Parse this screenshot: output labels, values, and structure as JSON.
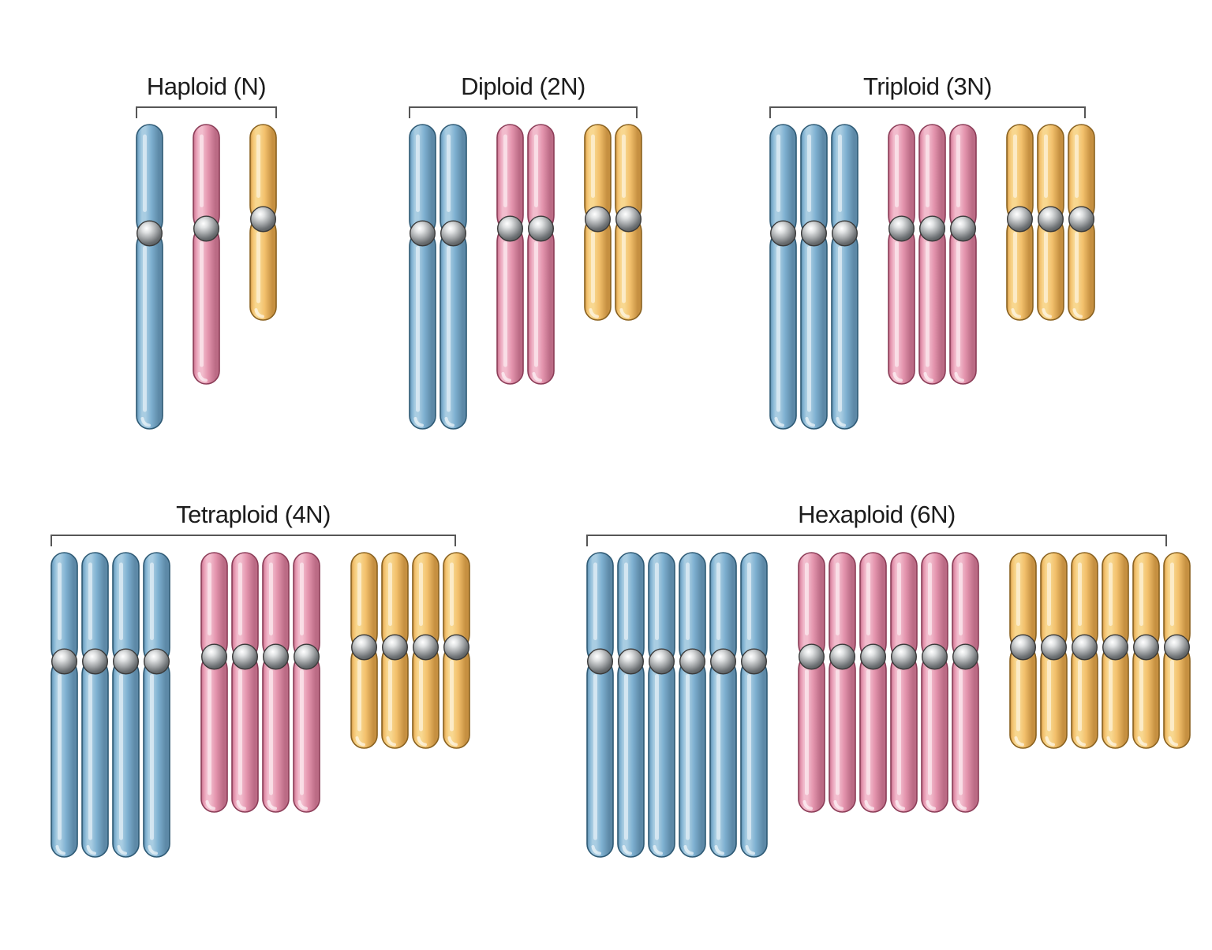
{
  "diagram": {
    "background": "#ffffff",
    "label_color": "#1c1c1c",
    "bracket_color": "#565656",
    "groups": [
      {
        "id": "haploid",
        "label": "Haploid (N)",
        "copies_per_chromosome": 1
      },
      {
        "id": "diploid",
        "label": "Diploid (2N)",
        "copies_per_chromosome": 2
      },
      {
        "id": "triploid",
        "label": "Triploid (3N)",
        "copies_per_chromosome": 3
      },
      {
        "id": "tetraploid",
        "label": "Tetraploid (4N)",
        "copies_per_chromosome": 4
      },
      {
        "id": "hexaploid",
        "label": "Hexaploid (6N)",
        "copies_per_chromosome": 6
      }
    ],
    "chromosome_types": [
      {
        "id": "long",
        "color_name": "blue",
        "top_arm": 138,
        "bottom_arm": 248,
        "width": 33,
        "stroke": "#2e5a75",
        "rim": "#5d89a7",
        "body": "#7fb1d1",
        "light": "#a9cde2"
      },
      {
        "id": "medium",
        "color_name": "pink",
        "top_arm": 132,
        "bottom_arm": 197,
        "width": 33,
        "stroke": "#8c3d58",
        "rim": "#bb6b85",
        "body": "#e495ae",
        "light": "#f2bccd"
      },
      {
        "id": "short",
        "color_name": "yellow",
        "top_arm": 120,
        "bottom_arm": 128,
        "width": 33,
        "stroke": "#8a6220",
        "rim": "#c69041",
        "body": "#f2c06c",
        "light": "#f8d78f"
      }
    ],
    "centromere": {
      "highlight": "#ffffff",
      "light": "#e0e2e3",
      "mid": "#a7aaac",
      "dark": "#6b6f72",
      "darkest": "#515557",
      "stroke": "#3a3a3a"
    }
  }
}
